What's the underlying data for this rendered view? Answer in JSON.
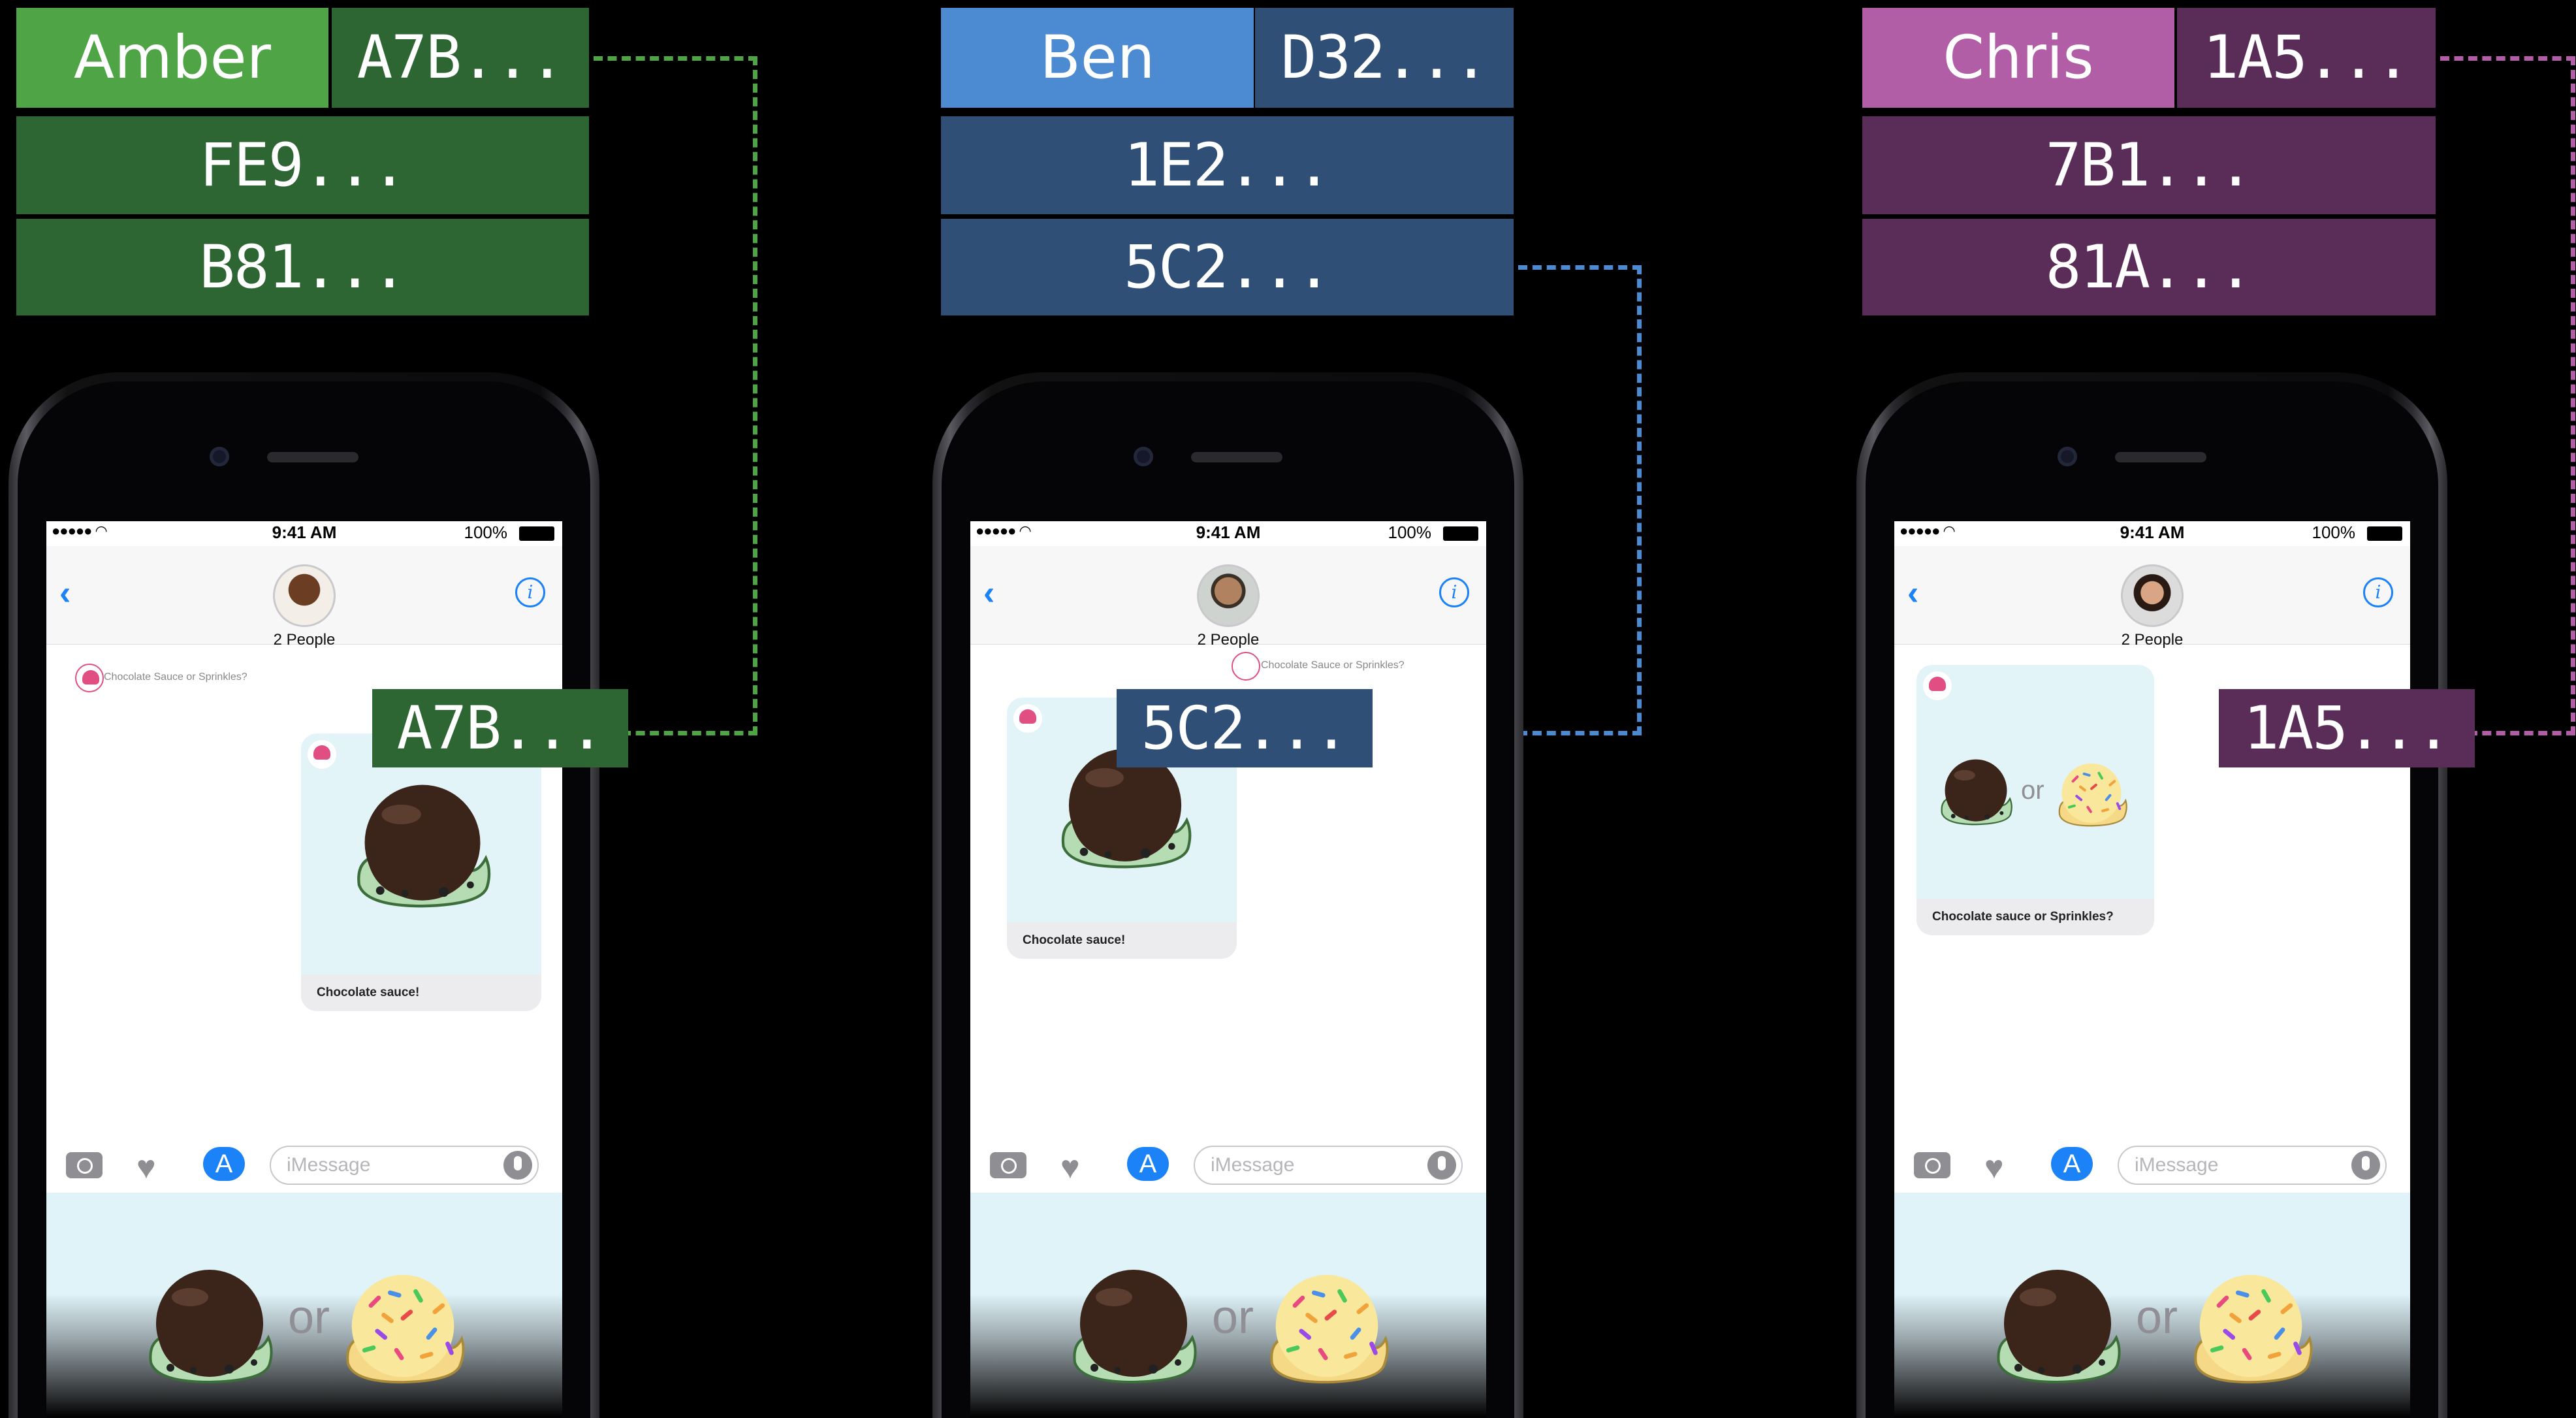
{
  "colors": {
    "amber_light": "#4fa446",
    "amber_dark": "#2d6533",
    "ben_light": "#4c8ad1",
    "ben_dark": "#2f4f77",
    "chris_light": "#b15ea6",
    "chris_dark": "#5a2d58",
    "ios_blue": "#1c82f7"
  },
  "users": [
    {
      "name": "Amber",
      "ids": [
        "A7B...",
        "FE9...",
        "B81..."
      ],
      "callout": "A7B...",
      "status": {
        "time": "9:41 AM",
        "battery": "100%"
      },
      "nav": {
        "people": "2 People"
      },
      "messages": {
        "tag_caption": "Chocolate Sauce or Sprinkles?",
        "bubble_caption": "Chocolate sauce!"
      },
      "toolbar": {
        "placeholder": "iMessage"
      },
      "drawer": {
        "or": "or"
      }
    },
    {
      "name": "Ben",
      "ids": [
        "D32...",
        "1E2...",
        "5C2..."
      ],
      "callout": "5C2...",
      "status": {
        "time": "9:41 AM",
        "battery": "100%"
      },
      "nav": {
        "people": "2 People"
      },
      "messages": {
        "tag_caption": "Chocolate Sauce or Sprinkles?",
        "bubble_caption": "Chocolate sauce!"
      },
      "toolbar": {
        "placeholder": "iMessage"
      },
      "drawer": {
        "or": "or"
      }
    },
    {
      "name": "Chris",
      "ids": [
        "1A5...",
        "7B1...",
        "81A..."
      ],
      "callout": "1A5...",
      "status": {
        "time": "9:41 AM",
        "battery": "100%"
      },
      "nav": {
        "people": "2 People"
      },
      "messages": {
        "bubble_or": "or",
        "bubble_caption": "Chocolate sauce or Sprinkles?"
      },
      "toolbar": {
        "placeholder": "iMessage"
      },
      "drawer": {
        "or": "or"
      }
    }
  ],
  "icons": {
    "status_signal": "signal-dots-icon",
    "status_wifi": "wifi-icon",
    "status_battery": "battery-icon",
    "back": "chevron-left-icon",
    "info": "info-icon",
    "camera": "camera-icon",
    "digital_touch": "heart-hands-icon",
    "app_store": "app-store-icon",
    "mic": "microphone-icon",
    "chocolate_sticker": "chocolate-ice-cream-sticker",
    "sprinkles_sticker": "sprinkles-ice-cream-sticker"
  }
}
